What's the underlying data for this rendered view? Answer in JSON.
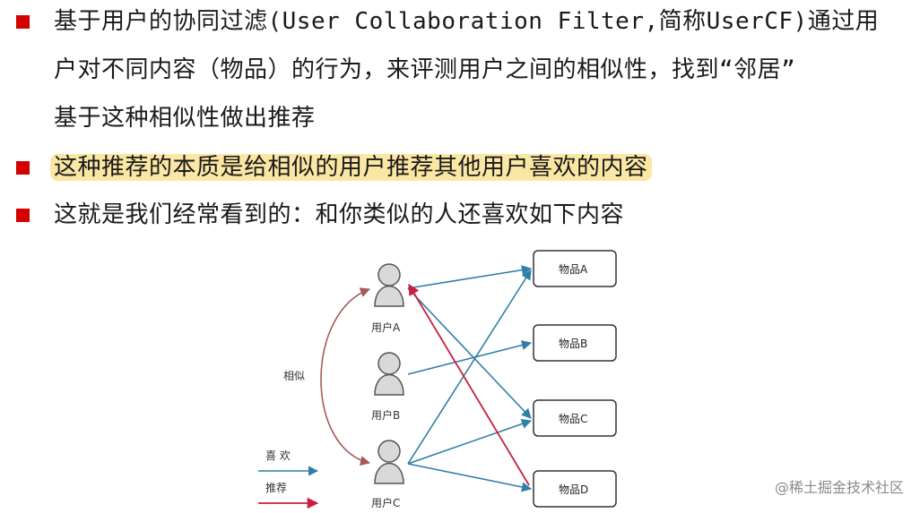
{
  "bullets": {
    "b1_line1": "基于用户的协同过滤(User Collaboration Filter,简称UserCF)通过用",
    "b1_line2": "户对不同内容（物品）的行为，来评测用户之间的相似性，找到“邻居”",
    "b1_line3": "基于这种相似性做出推荐",
    "b2": "这种推荐的本质是给相似的用户推荐其他用户喜欢的内容",
    "b3": "这就是我们经常看到的：和你类似的人还喜欢如下内容"
  },
  "diagram": {
    "users": [
      "用户A",
      "用户B",
      "用户C"
    ],
    "items": [
      "物品A",
      "物品B",
      "物品C",
      "物品D"
    ],
    "similar_label": "相似",
    "legend_like": "喜 欢",
    "legend_recommend": "推荐",
    "colors": {
      "like": "#2f7fa6",
      "recommend": "#c8203d",
      "similar": "#a85a5a"
    }
  },
  "watermark": "@稀土掘金技术社区"
}
